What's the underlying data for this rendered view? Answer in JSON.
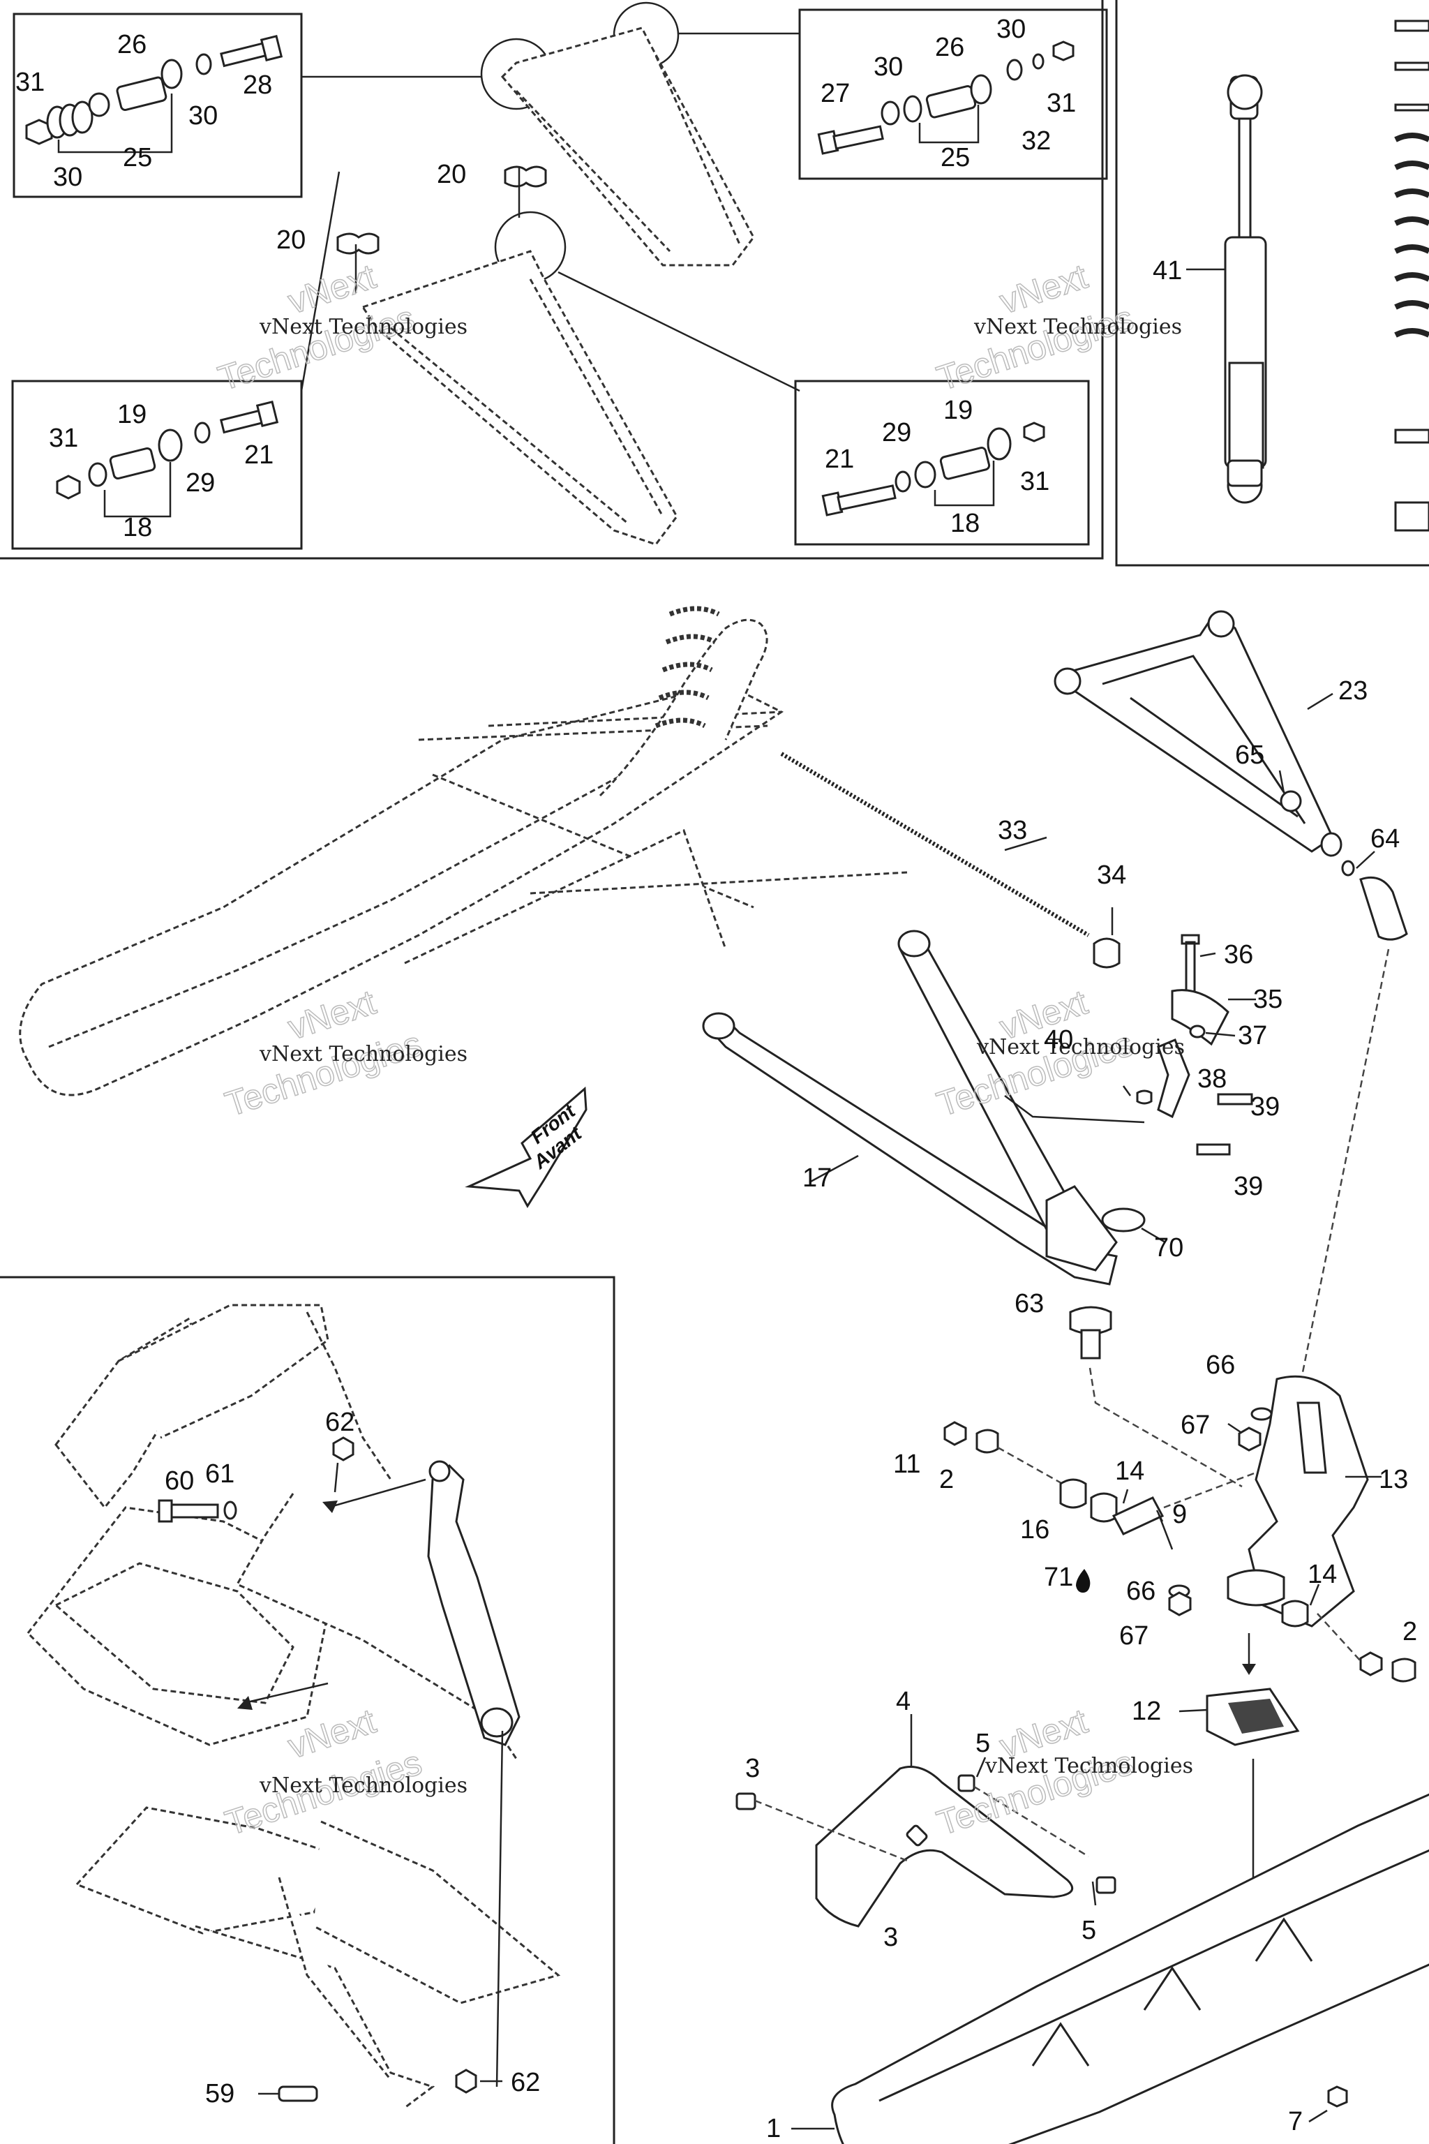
{
  "watermarks": [
    {
      "text": "vNext Technologies",
      "big": "vNext"
    },
    {
      "text": "vNext Technologies",
      "big": "Technologies"
    }
  ],
  "front_arrow": {
    "line1": "Front",
    "line2": "Avant"
  },
  "callouts": {
    "c31a": "31",
    "c26a": "26",
    "c28a": "28",
    "c30a": "30",
    "c30b": "30",
    "c25a": "25",
    "c20a": "20",
    "c20b": "20",
    "c27": "27",
    "c30c": "30",
    "c26b": "26",
    "c30d": "30",
    "c31b": "31",
    "c32": "32",
    "c25b": "25",
    "c41": "41",
    "c31c": "31",
    "c19a": "19",
    "c21a": "21",
    "c29a": "29",
    "c18a": "18",
    "c21b": "21",
    "c29b": "29",
    "c19b": "19",
    "c31d": "31",
    "c18b": "18",
    "c23": "23",
    "c65": "65",
    "c64": "64",
    "c33": "33",
    "c34": "34",
    "c36": "36",
    "c35": "35",
    "c37": "37",
    "c40": "40",
    "c38": "38",
    "c39a": "39",
    "c39b": "39",
    "c17": "17",
    "c70": "70",
    "c63": "63",
    "c66a": "66",
    "c67a": "67",
    "c13": "13",
    "c11": "11",
    "c2a": "2",
    "c14a": "14",
    "c16": "16",
    "c9": "9",
    "c71": "71",
    "c66b": "66",
    "c67b": "67",
    "c14b": "14",
    "c2b": "2",
    "c12": "12",
    "c4": "4",
    "c5a": "5",
    "c3a": "3",
    "c3b": "3",
    "c5b": "5",
    "c1": "1",
    "c7": "7",
    "c62a": "62",
    "c60": "60",
    "c61": "61",
    "c59": "59",
    "c62b": "62"
  }
}
